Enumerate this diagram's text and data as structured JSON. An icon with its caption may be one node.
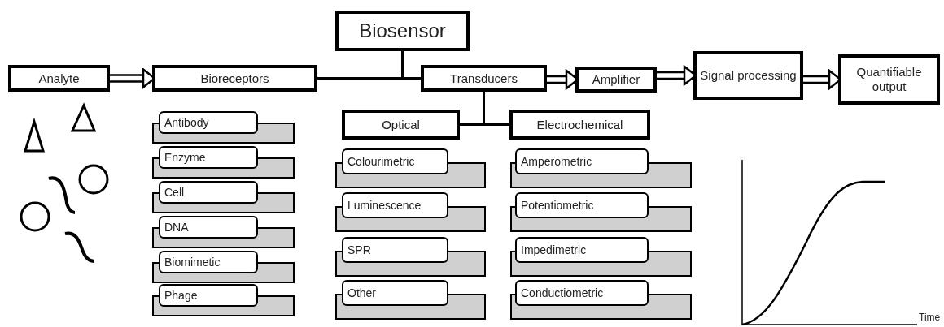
{
  "diagram": {
    "nodes": [
      {
        "text": [
          "Biosensor"
        ]
      },
      {
        "text": [
          "Analyte"
        ]
      },
      {
        "text": [
          "Bioreceptors"
        ]
      },
      {
        "text": [
          "Transducers"
        ]
      },
      {
        "text": [
          "Amplifier"
        ]
      },
      {
        "text": [
          "Signal processing"
        ]
      },
      {
        "text": [
          "Quantifiable output"
        ]
      },
      {
        "text": [
          "Optical"
        ]
      },
      {
        "text": [
          "Electrochemical"
        ]
      },
      {
        "text": [
          "Antibody"
        ]
      },
      {
        "text": [
          "Enzyme"
        ]
      },
      {
        "text": [
          "Cell"
        ]
      },
      {
        "text": [
          "DNA"
        ]
      },
      {
        "text": [
          "Biomimetic"
        ]
      },
      {
        "text": [
          "Phage"
        ]
      },
      {
        "text": [
          "Colourimetric"
        ]
      },
      {
        "text": [
          "Luminescence"
        ]
      },
      {
        "text": [
          "SPR"
        ]
      },
      {
        "text": [
          "Other"
        ]
      },
      {
        "text": [
          "Amperometric"
        ]
      },
      {
        "text": [
          "Potentiometric"
        ]
      },
      {
        "text": [
          "Impedimetric"
        ]
      },
      {
        "text": [
          "Conductiometric"
        ]
      }
    ],
    "edges": [
      {
        "from": 1,
        "to": 2,
        "arrow": "to"
      },
      {
        "from": 0,
        "to": 2,
        "arrow": "none"
      },
      {
        "from": 0,
        "to": 3,
        "arrow": "none"
      },
      {
        "from": 3,
        "to": 4,
        "arrow": "to"
      },
      {
        "from": 4,
        "to": 5,
        "arrow": "to"
      },
      {
        "from": 5,
        "to": 6,
        "arrow": "to"
      },
      {
        "from": 3,
        "to": 7,
        "arrow": "none"
      },
      {
        "from": 3,
        "to": 8,
        "arrow": "none"
      }
    ],
    "labels": [
      "Time"
    ]
  }
}
